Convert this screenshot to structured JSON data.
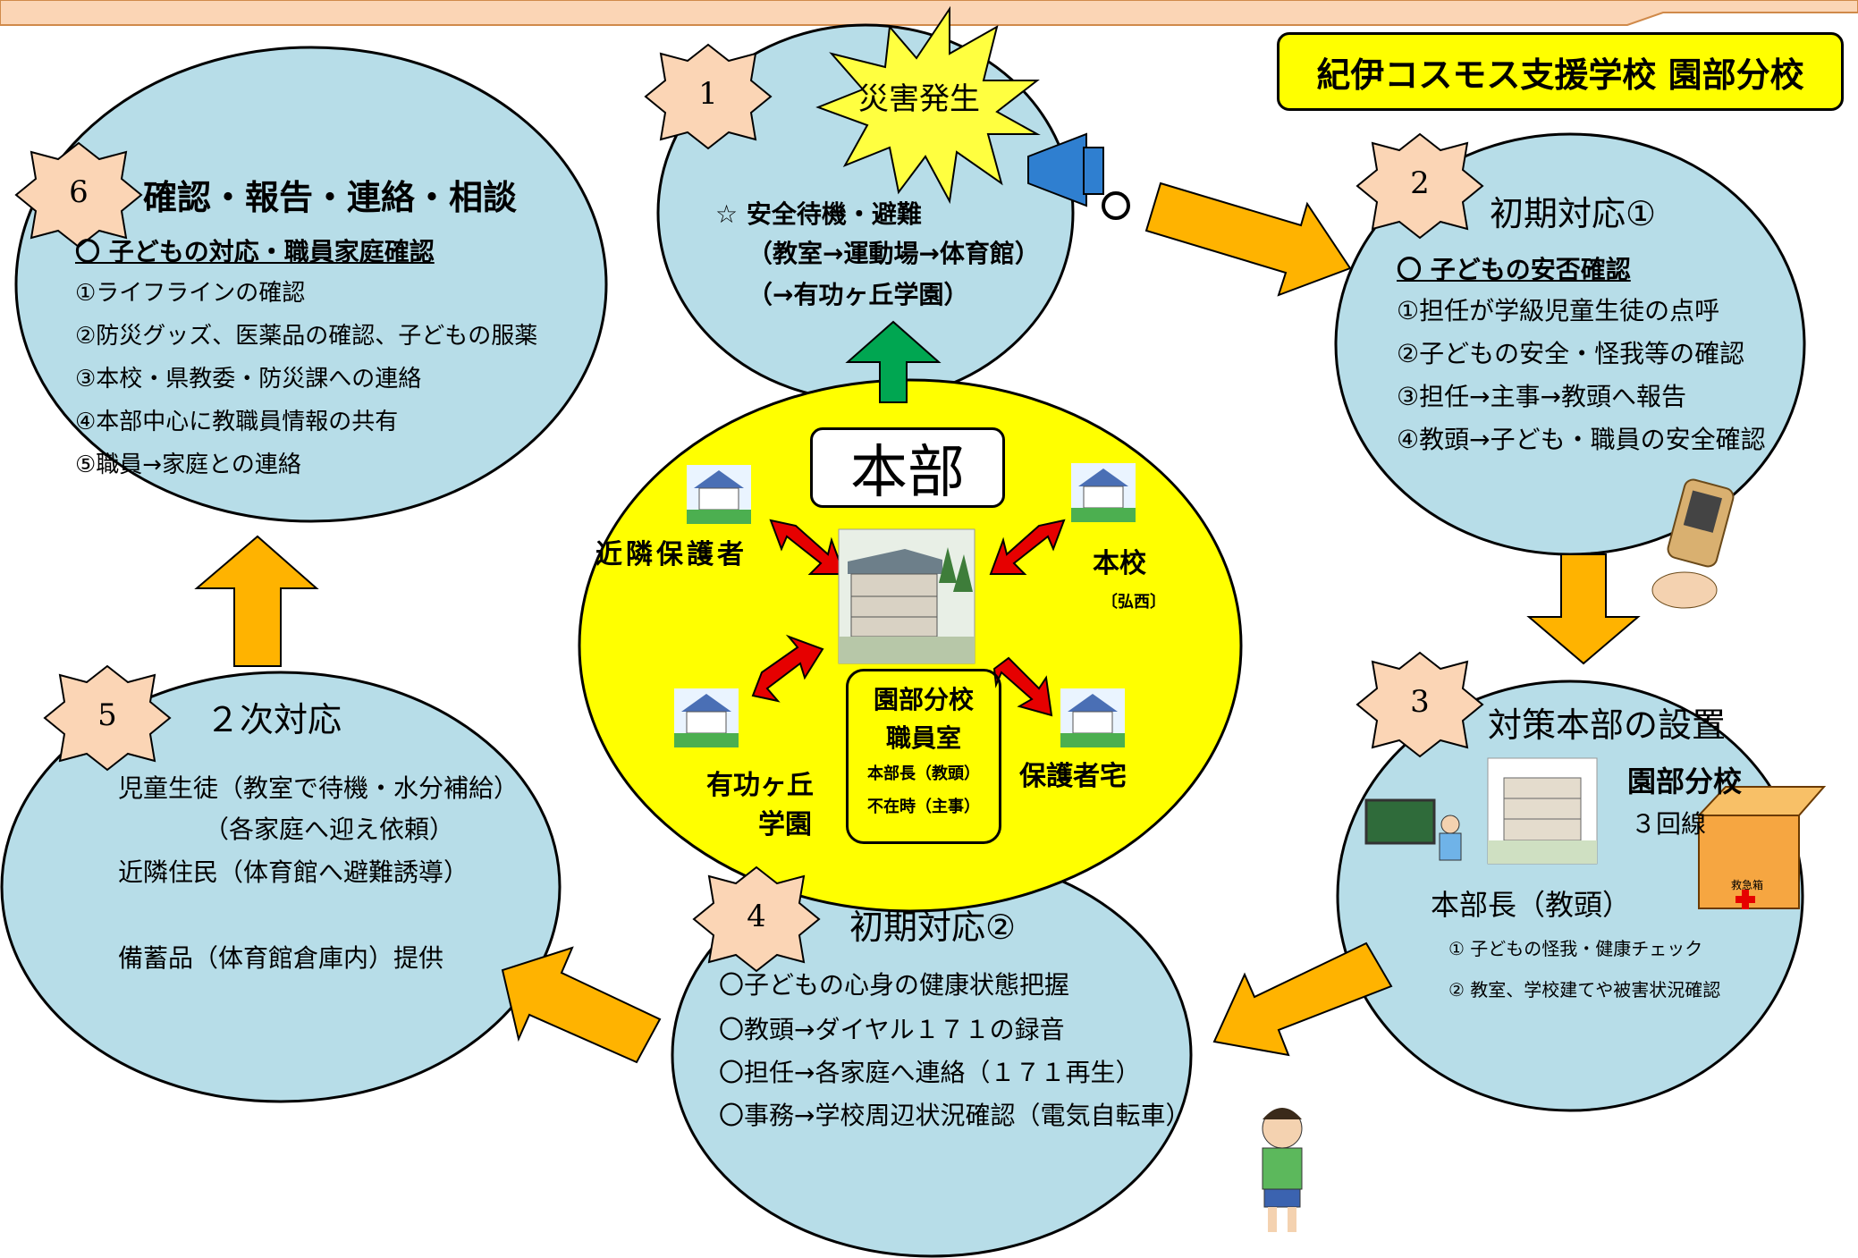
{
  "school_name": "紀伊コスモス支援学校 園部分校",
  "steps": [
    {
      "number": "1",
      "title": "災害発生",
      "lines": [
        "☆ 安全待機・避難",
        "（教室→運動場→体育館）",
        "（→有功ヶ丘学園）"
      ]
    },
    {
      "number": "2",
      "title": "初期対応①",
      "heading": "〇 子どもの安否確認",
      "lines": [
        "①担任が学級児童生徒の点呼",
        "②子どもの安全・怪我等の確認",
        "③担任→主事→教頭へ報告",
        "④教頭→子ども・職員の安全確認"
      ]
    },
    {
      "number": "3",
      "title": "対策本部の設置",
      "school": "園部分校",
      "lines_count": "３回線",
      "chief": "本部長（教頭）",
      "lines": [
        "① 子どもの怪我・健康チェック",
        "② 教室、学校建てや被害状況確認"
      ]
    },
    {
      "number": "4",
      "title": "初期対応②",
      "lines": [
        "〇子どもの心身の健康状態把握",
        "〇教頭→ダイヤル１７１の録音",
        "〇担任→各家庭へ連絡（１７１再生）",
        "〇事務→学校周辺状況確認（電気自転車）"
      ]
    },
    {
      "number": "5",
      "title": "２次対応",
      "lines": [
        "児童生徒（教室で待機・水分補給）",
        "（各家庭へ迎え依頼）",
        "近隣住民（体育館へ避難誘導）",
        "備蓄品（体育館倉庫内）提供"
      ]
    },
    {
      "number": "6",
      "title": "確認・報告・連絡・相談",
      "heading": "〇 子どもの対応・職員家庭確認",
      "lines": [
        "①ライフラインの確認",
        "②防災グッズ、医薬品の確認、子どもの服薬",
        "③本校・県教委・防災課への連絡",
        "④本部中心に教職員情報の共有",
        "⑤職員→家庭との連絡"
      ]
    }
  ],
  "hq": {
    "title": "本部",
    "office": [
      "園部分校",
      "職員室",
      "本部長（教頭）",
      "不在時（主事）"
    ],
    "nodes": {
      "neighbor_guardians": "近隣保護者",
      "main_school": "本校",
      "main_school_sub": "〔弘西〕",
      "facility": [
        "有功ヶ丘",
        "学園"
      ],
      "guardian_home": "保護者宅"
    }
  },
  "first_aid_label": "救急箱",
  "colors": {
    "bubble": "#b7dde8",
    "hq_ellipse": "#ffff00",
    "arrow_orange": "#ffb300",
    "arrow_green": "#00a651",
    "arrow_red": "#e60000",
    "star_badge": "#fbd5b5",
    "header_band": "#fbd5b5"
  }
}
